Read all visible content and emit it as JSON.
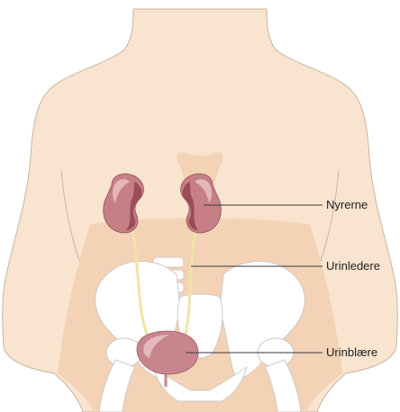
{
  "labels": {
    "kidneys": "Nyrerne",
    "ureters": "Urinledere",
    "bladder": "Urinblære"
  },
  "colors": {
    "skin": "#f8e4cf",
    "skin_outline": "#c9b5a3",
    "pelvis_region": "#f3d2b6",
    "bone": "#ffffff",
    "bone_outline": "#cfcac5",
    "kidney_fill": "#c77f86",
    "kidney_shadow": "#9b4c57",
    "kidney_highlight": "#e3b8bb",
    "ureter": "#efe4a8",
    "ureter_outline": "#c9bc86",
    "bladder_fill": "#c7868d",
    "bladder_highlight": "#e4b9bc",
    "leader_line": "#3a3a3a"
  }
}
